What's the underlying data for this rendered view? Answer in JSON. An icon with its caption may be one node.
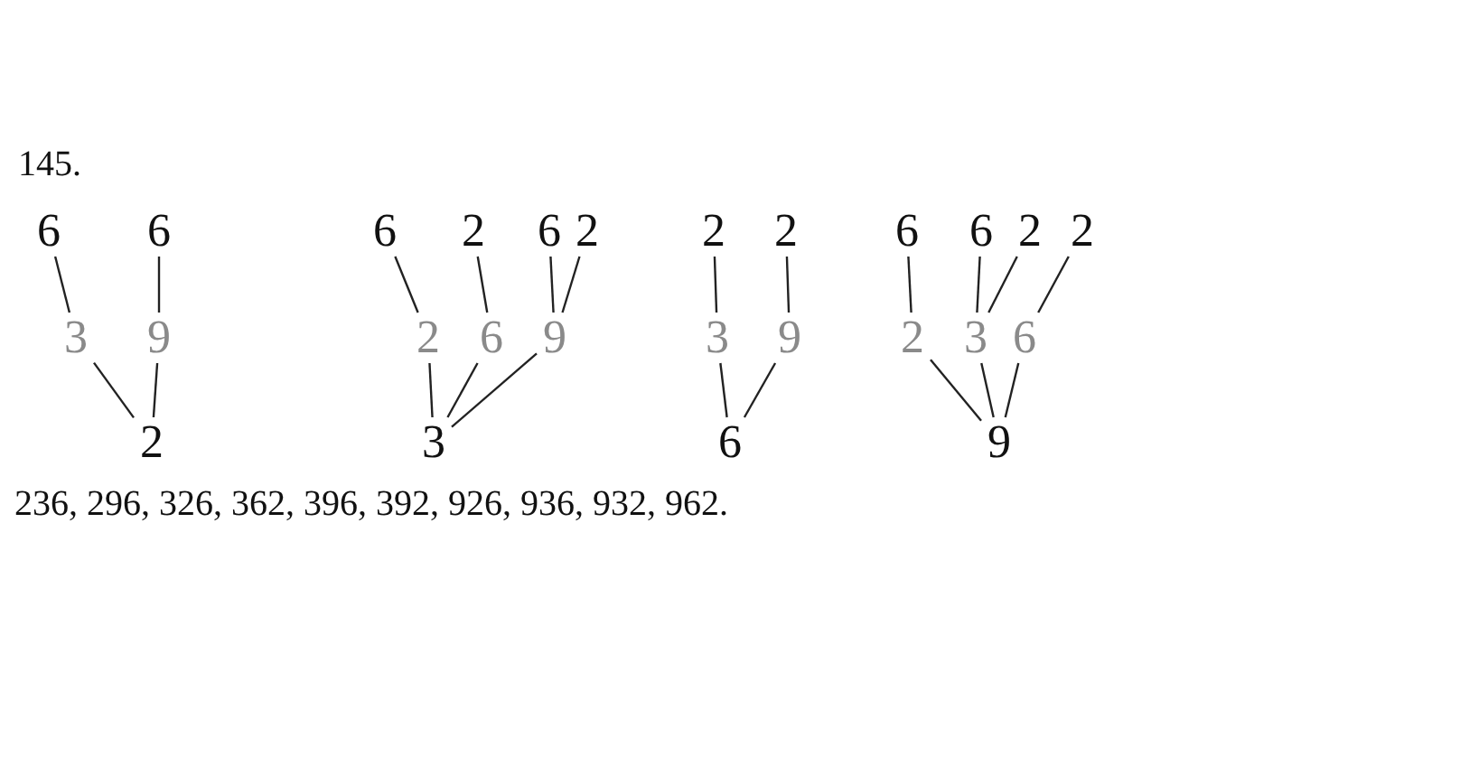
{
  "diagram": {
    "nodes": [
      {
        "text": [
          "6"
        ]
      },
      {
        "text": [
          "6"
        ]
      },
      {
        "text": [
          "3"
        ]
      },
      {
        "text": [
          "9"
        ]
      },
      {
        "text": [
          "2"
        ]
      },
      {
        "text": [
          "6"
        ]
      },
      {
        "text": [
          "2"
        ]
      },
      {
        "text": [
          "6"
        ]
      },
      {
        "text": [
          "2"
        ]
      },
      {
        "text": [
          "2"
        ]
      },
      {
        "text": [
          "6"
        ]
      },
      {
        "text": [
          "9"
        ]
      },
      {
        "text": [
          "3"
        ]
      },
      {
        "text": [
          "2"
        ]
      },
      {
        "text": [
          "2"
        ]
      },
      {
        "text": [
          "3"
        ]
      },
      {
        "text": [
          "9"
        ]
      },
      {
        "text": [
          "6"
        ]
      },
      {
        "text": [
          "6"
        ]
      },
      {
        "text": [
          "6"
        ]
      },
      {
        "text": [
          "2"
        ]
      },
      {
        "text": [
          "2"
        ]
      },
      {
        "text": [
          "2"
        ]
      },
      {
        "text": [
          "3"
        ]
      },
      {
        "text": [
          "6"
        ]
      },
      {
        "text": [
          "9"
        ]
      }
    ],
    "edges": [
      {
        "from": 0,
        "to": 2,
        "arrow": "none"
      },
      {
        "from": 1,
        "to": 3,
        "arrow": "none"
      },
      {
        "from": 2,
        "to": 4,
        "arrow": "none"
      },
      {
        "from": 3,
        "to": 4,
        "arrow": "none"
      },
      {
        "from": 5,
        "to": 9,
        "arrow": "none"
      },
      {
        "from": 6,
        "to": 10,
        "arrow": "none"
      },
      {
        "from": 7,
        "to": 11,
        "arrow": "none"
      },
      {
        "from": 8,
        "to": 11,
        "arrow": "none"
      },
      {
        "from": 9,
        "to": 12,
        "arrow": "none"
      },
      {
        "from": 10,
        "to": 12,
        "arrow": "none"
      },
      {
        "from": 11,
        "to": 12,
        "arrow": "none"
      },
      {
        "from": 13,
        "to": 15,
        "arrow": "none"
      },
      {
        "from": 14,
        "to": 16,
        "arrow": "none"
      },
      {
        "from": 15,
        "to": 17,
        "arrow": "none"
      },
      {
        "from": 16,
        "to": 17,
        "arrow": "none"
      },
      {
        "from": 18,
        "to": 22,
        "arrow": "none"
      },
      {
        "from": 19,
        "to": 23,
        "arrow": "none"
      },
      {
        "from": 20,
        "to": 23,
        "arrow": "none"
      },
      {
        "from": 21,
        "to": 24,
        "arrow": "none"
      },
      {
        "from": 22,
        "to": 25,
        "arrow": "none"
      },
      {
        "from": 23,
        "to": 25,
        "arrow": "none"
      },
      {
        "from": 24,
        "to": 25,
        "arrow": "none"
      }
    ],
    "labels": [
      "145.",
      "236, 296, 326, 362, 396, 392, 926, 936, 932, 962."
    ]
  }
}
